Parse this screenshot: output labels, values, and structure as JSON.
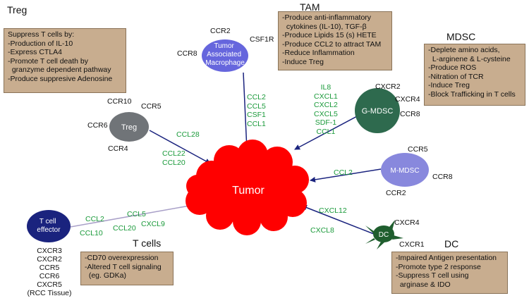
{
  "treg": {
    "heading": "Treg",
    "box_lines": [
      "Suppress T cells by:",
      "-Production of IL-10",
      "-Express CTLA4",
      "-Promote T cell death by",
      "  granzyme dependent pathway",
      "-Produce suppresive Adenosine"
    ],
    "node_label": "Treg",
    "receptors": [
      "CCR10",
      "CCR5",
      "CCR6",
      "CCR4"
    ],
    "chemokines_a": [
      "CCL28"
    ],
    "chemokines_b": [
      "CCL22",
      "CCL20"
    ]
  },
  "tam": {
    "heading": "TAM",
    "box_lines": [
      "-Produce anti-inflammatory",
      "  cytokines (IL-10), TGF-β",
      "-Produce Lipids 15 (s) HETE",
      "-Produce CCL2 to attract TAM",
      "-Reduce Inflammation",
      "-Induce Treg"
    ],
    "node_label": [
      "Tumor",
      "Associated",
      "Macrophage"
    ],
    "receptors": [
      "CCR2",
      "CSF1R",
      "CCR8"
    ],
    "chemokines": [
      "CCL2",
      "CCL5",
      "CSF1",
      "CCL1"
    ]
  },
  "mdsc": {
    "heading": "MDSC",
    "box_lines": [
      "-Deplete amino acids,",
      "  L-arginene & L-cysteine",
      "-Produce ROS",
      "-Nitration of TCR",
      "-Induce Treg",
      "-Block Trafficking in T cells"
    ]
  },
  "g_mdsc": {
    "node_label": "G-MDSC",
    "receptors": [
      "CXCR2",
      "CXCR4",
      "CCR8"
    ],
    "chemokines": [
      "IL8",
      "CXCL1",
      "CXCL2",
      "CXCL5",
      "SDF-1",
      "CCL1"
    ]
  },
  "m_mdsc": {
    "node_label": "M-MDSC",
    "receptors": [
      "CCR5",
      "CCR8",
      "CCR2"
    ],
    "chemokines": [
      "CCL2"
    ]
  },
  "tumor": {
    "label": "Tumor"
  },
  "t_cells": {
    "heading": "T cells",
    "box_lines": [
      "-CD70 overexpression",
      "-Altered T cell signaling",
      "  (eg. GDKa)"
    ],
    "node_label": [
      "T cell",
      "effector"
    ],
    "receptors": [
      "CXCR3",
      "CXCR2",
      "CCR5",
      "CCR6",
      "CXCR5",
      "(RCC Tissue)"
    ],
    "chemokines": [
      "CCL2",
      "CCL5",
      "CCL10",
      "CCL20",
      "CXCL9"
    ]
  },
  "dc": {
    "heading": "DC",
    "box_lines": [
      "-Impaired Antigen presentation",
      "-Promote type 2 response",
      "-Suppress T cell using",
      "  arginase & IDO"
    ],
    "node_label": "DC",
    "receptors": [
      "CXCR4",
      "CXCR1"
    ],
    "chemokines": [
      "CXCL12",
      "CXCL8"
    ]
  },
  "colors": {
    "box_fill": "#c8ad8f",
    "tumor": "#ff0000",
    "tam_node": "#6666dd",
    "treg_node": "#707478",
    "g_mdsc_node": "#2e6a4e",
    "m_mdsc_node": "#8888dd",
    "t_cell_node": "#1a237e",
    "dc_node": "#1f5e2e",
    "arrow": "#1a237e",
    "chemokine_text": "#1a9a3a"
  }
}
